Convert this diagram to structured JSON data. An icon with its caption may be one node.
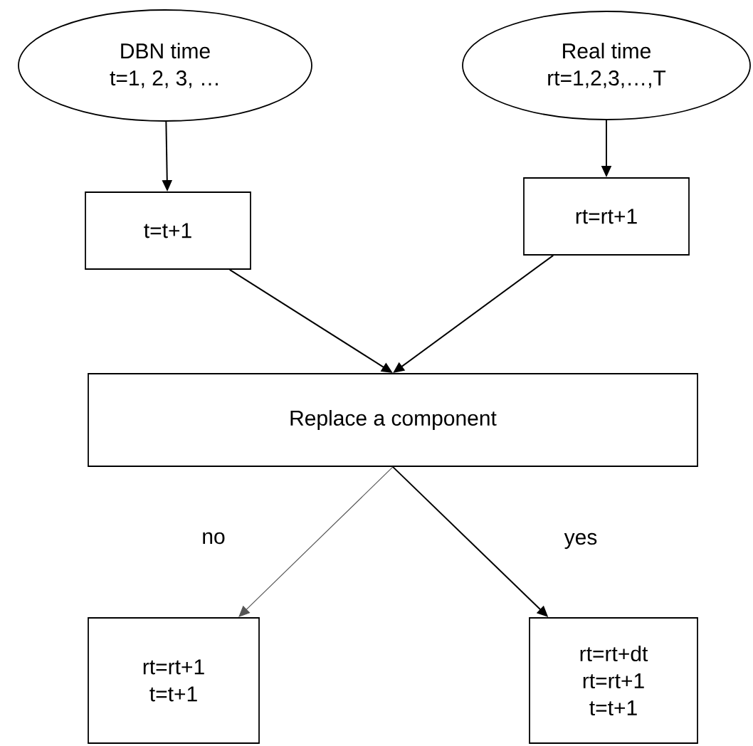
{
  "diagram": {
    "nodes": [
      {
        "text": [
          "DBN time",
          "t=1, 2, 3, …"
        ]
      },
      {
        "text": [
          "Real time",
          "rt=1,2,3,…,T"
        ]
      },
      {
        "text": [
          "t=t+1"
        ]
      },
      {
        "text": [
          "rt=rt+1"
        ]
      },
      {
        "text": [
          "Replace a component"
        ]
      },
      {
        "text": [
          "rt=rt+1",
          "t=t+1"
        ]
      },
      {
        "text": [
          "rt=rt+dt",
          "rt=rt+1",
          "t=t+1"
        ]
      }
    ],
    "edges": [
      {
        "from": 0,
        "to": 2,
        "arrow": "to"
      },
      {
        "from": 1,
        "to": 3,
        "arrow": "to"
      },
      {
        "from": 2,
        "to": 4,
        "arrow": "to"
      },
      {
        "from": 3,
        "to": 4,
        "arrow": "to"
      },
      {
        "from": 4,
        "to": 5,
        "arrow": "to",
        "label": "no",
        "color": "#555555"
      },
      {
        "from": 4,
        "to": 6,
        "arrow": "to",
        "label": "yes"
      }
    ]
  }
}
